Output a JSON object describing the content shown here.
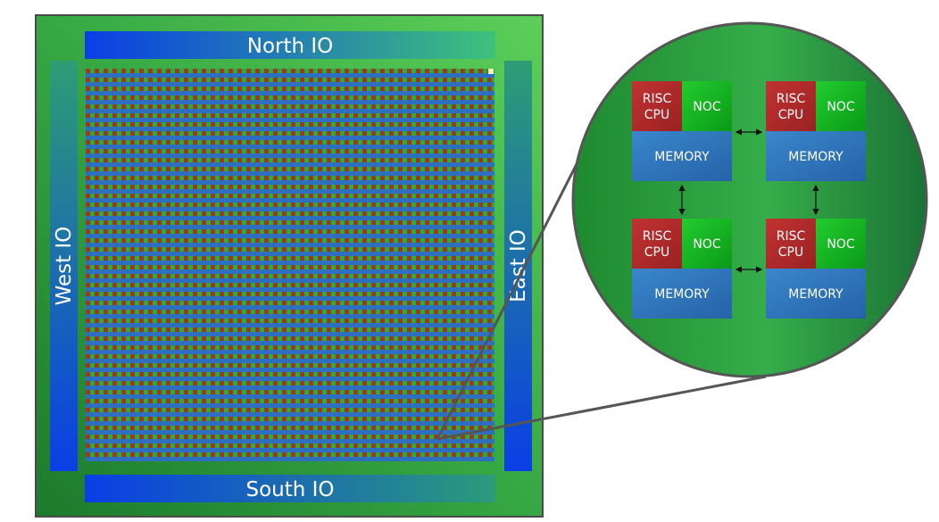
{
  "chip": {
    "north_io": "North IO",
    "south_io": "South IO",
    "west_io": "West IO",
    "east_io": "East IO"
  },
  "tile": {
    "cpu_line1": "RISC",
    "cpu_line2": "CPU",
    "noc": "NOC",
    "memory": "MEMORY"
  },
  "colors": {
    "board": "#2e9e3c",
    "io_start": "#0a46e0",
    "io_end": "#3dbf72",
    "cpu": "#b22a2a",
    "noc": "#12b823",
    "memory": "#2f74c0",
    "outline": "#555555"
  }
}
